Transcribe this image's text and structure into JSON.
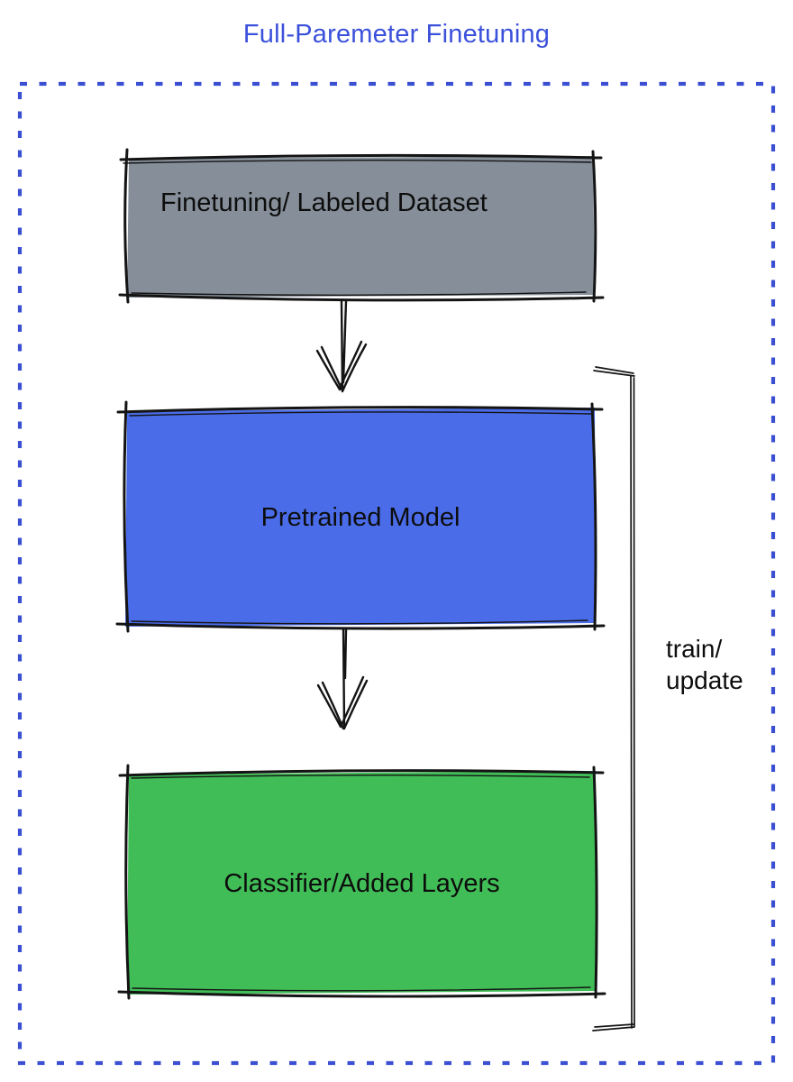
{
  "title": {
    "text": "Full-Paremeter Finetuning"
  },
  "colors": {
    "title": "#3B51DB",
    "border": "#3A4FD2",
    "sketch_stroke": "#141414",
    "dataset_fill": "#868F99",
    "pretrained_fill": "#4A6CE8",
    "classifier_fill": "#41BD57"
  },
  "boxes": [
    {
      "label": "Finetuning/ Labeled Dataset",
      "fill": "#868F99"
    },
    {
      "label": "Pretrained Model",
      "fill": "#4A6CE8"
    },
    {
      "label": "Classifier/Added Layers",
      "fill": "#41BD57"
    }
  ],
  "annotations": {
    "train_update": {
      "text": "train/\nupdate"
    }
  }
}
